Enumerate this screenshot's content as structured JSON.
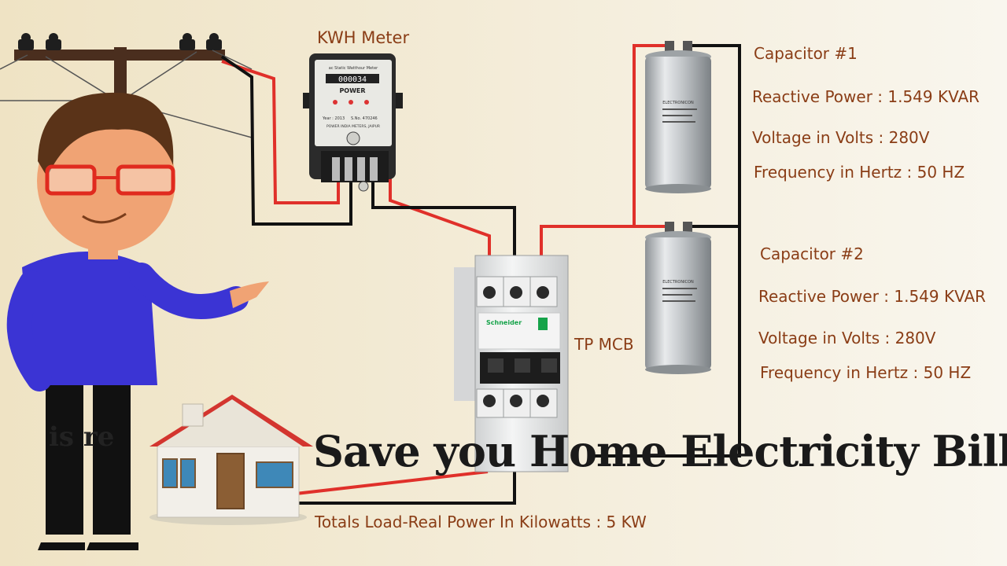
{
  "diagram": {
    "meter_label": "KWH Meter",
    "meter_face": {
      "title": "ac Static Watthour Meter",
      "reading": "000034",
      "brand": "POWER",
      "maker": "POWER INDIA METERS, JAIPUR",
      "year": "Year : 2013",
      "serial": "S.No. 470246"
    },
    "mcb_label": "TP MCB",
    "mcb_brand": "Schneider",
    "capacitor_brand": "ELECTRONICON",
    "capacitor_1": {
      "title": "Capacitor #1",
      "reactive_power": "Reactive Power : 1.549 KVAR",
      "voltage": "Voltage in Volts : 280V",
      "frequency": "Frequency in Hertz : 50 HZ"
    },
    "capacitor_2": {
      "title": "Capacitor #2",
      "reactive_power": "Reactive Power : 1.549 KVAR",
      "voltage": "Voltage in Volts : 280V",
      "frequency": "Frequency in Hertz : 50 HZ"
    },
    "load_label": "Totals Load-Real Power In Kilowatts : 5 KW",
    "headline": "Save you Home Electricity Bill",
    "ghost_text": "is re",
    "colors": {
      "phase_wire": "#e0302a",
      "neutral_wire": "#111111",
      "label_text": "#8a3d16"
    }
  }
}
